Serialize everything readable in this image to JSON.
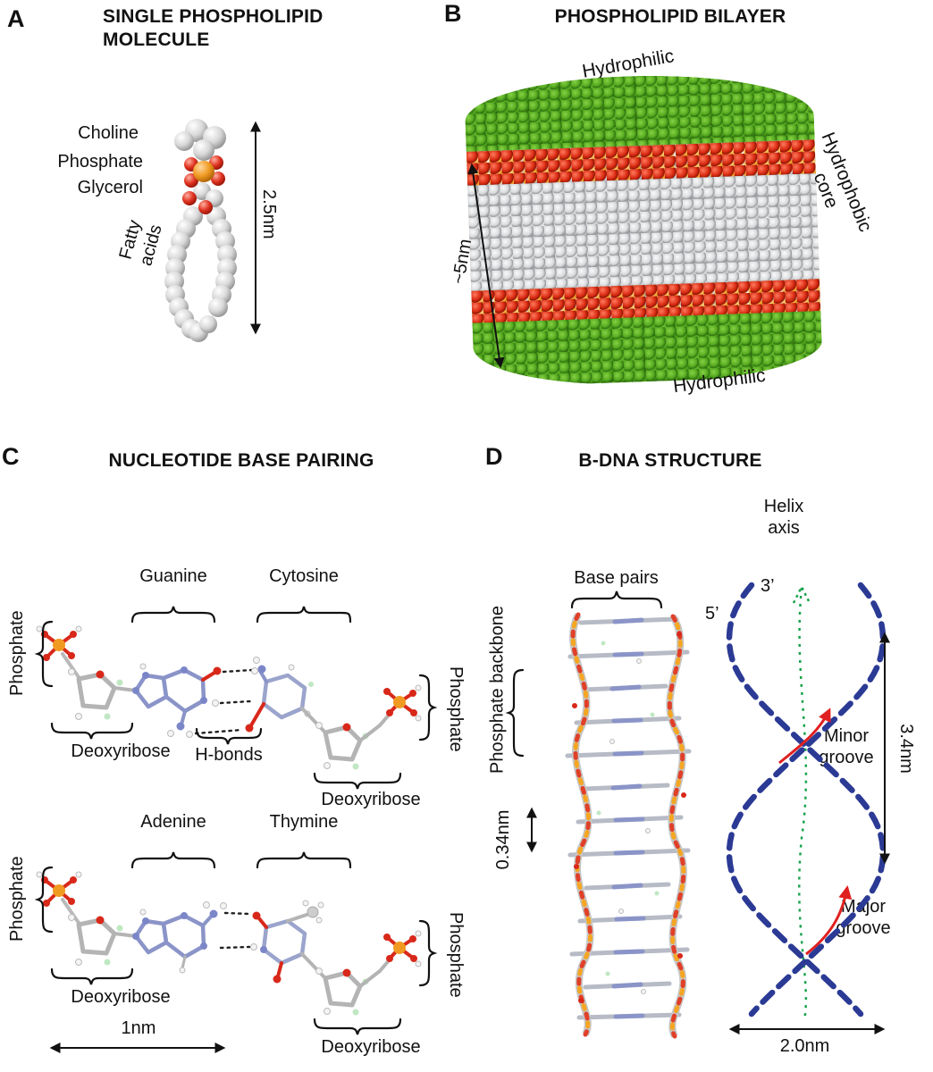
{
  "figure": {
    "panel_a": {
      "panel_label": "A",
      "title_line1": "SINGLE PHOSPHOLIPID",
      "title_line2": "MOLECULE",
      "choline": "Choline",
      "phosphate": "Phosphate",
      "glycerol": "Glycerol",
      "fatty_acids_line1": "Fatty",
      "fatty_acids_line2": "acids",
      "height_dim": "2.5nm"
    },
    "panel_b": {
      "panel_label": "B",
      "title": "PHOSPHOLIPID BILAYER",
      "hydrophilic_top": "Hydrophilic",
      "hydrophilic_bottom": "Hydrophilic",
      "hydrophobic_line1": "Hydrophobic",
      "hydrophobic_line2": "core",
      "thickness_dim": "~5nm"
    },
    "panel_c": {
      "panel_label": "C",
      "title": "NUCLEOTIDE BASE PAIRING",
      "gc": {
        "left_base": "Guanine",
        "right_base": "Cytosine",
        "left_phosphate": "Phosphate",
        "right_phosphate": "Phosphate",
        "left_sugar": "Deoxyribose",
        "right_sugar": "Deoxyribose",
        "hbonds": "H-bonds"
      },
      "at": {
        "left_base": "Adenine",
        "right_base": "Thymine",
        "left_phosphate": "Phosphate",
        "right_phosphate": "Phosphate",
        "left_sugar": "Deoxyribose",
        "right_sugar": "Deoxyribose",
        "width_dim": "1nm"
      }
    },
    "panel_d": {
      "panel_label": "D",
      "title": "B-DNA STRUCTURE",
      "helix_axis_line1": "Helix",
      "helix_axis_line2": "axis",
      "base_pairs": "Base pairs",
      "phosphate_backbone": "Phosphate backbone",
      "five_prime": "5’",
      "three_prime": "3’",
      "rise_dim": "0.34nm",
      "pitch_dim": "3.4nm",
      "minor_line1": "Minor",
      "minor_line2": "groove",
      "major_line1": "Major",
      "major_line2": "groove",
      "diameter_dim": "2.0nm"
    },
    "colors": {
      "lipid_head_green": "#55ab20",
      "oxygen_red": "#d8281a",
      "phosphorus_orange": "#f09a22",
      "carbon_gray": "#c8c8c8",
      "nitrogen_blue": "#8a94c8",
      "strand_navy": "#2b3a94",
      "helix_axis_green": "#1aa34d",
      "groove_arrow_red": "#e02020"
    }
  }
}
